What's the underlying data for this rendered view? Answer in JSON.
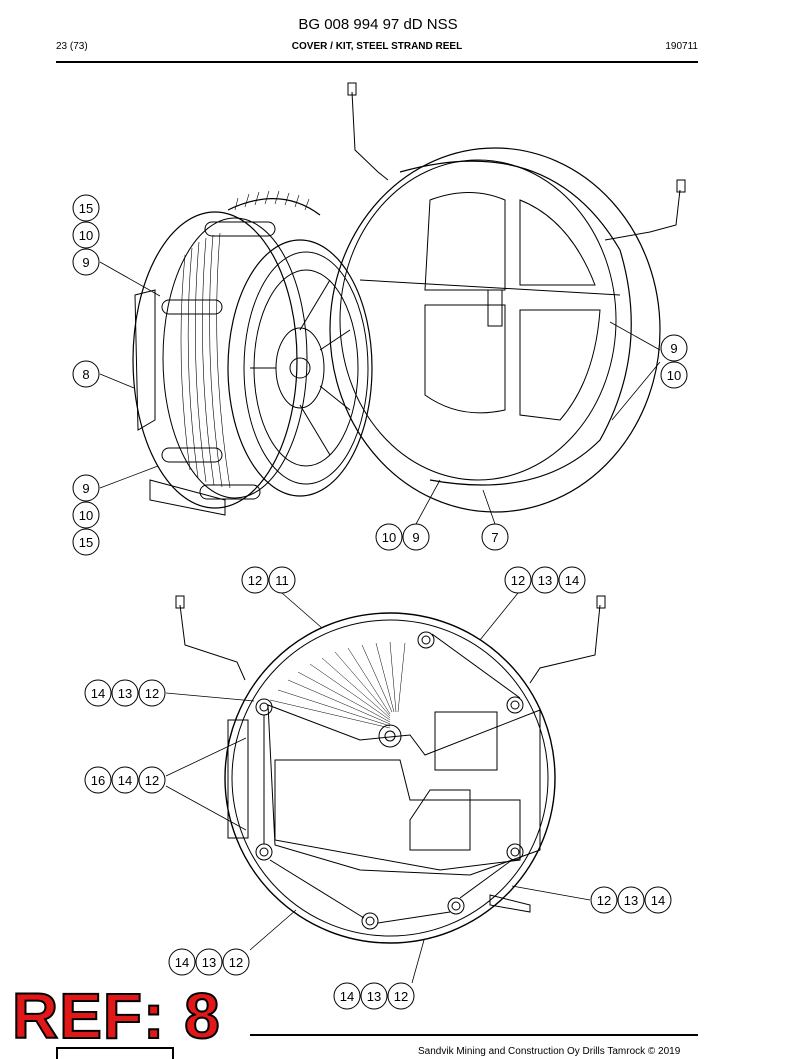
{
  "header": {
    "doc_number": "BG 008 994 97 dD NSS",
    "page": "23 (73)",
    "title": "COVER / KIT, STEEL STRAND REEL",
    "date": "190711"
  },
  "callouts": {
    "upper_left_top": [
      "15",
      "10",
      "9"
    ],
    "upper_left_mid": [
      "8"
    ],
    "upper_left_bottom": [
      "9",
      "10",
      "15"
    ],
    "upper_right": [
      "9",
      "10"
    ],
    "upper_bottom_pair": [
      "10",
      "9"
    ],
    "upper_bottom_single": [
      "7"
    ],
    "lower_top_left": [
      "12",
      "11"
    ],
    "lower_top_right": [
      "12",
      "13",
      "14"
    ],
    "lower_left_a": [
      "14",
      "13",
      "12"
    ],
    "lower_left_b": [
      "16",
      "14",
      "12"
    ],
    "lower_right": [
      "12",
      "13",
      "14"
    ],
    "lower_bottom_left": [
      "14",
      "13",
      "12"
    ],
    "lower_bottom_mid": [
      "14",
      "13",
      "12"
    ]
  },
  "stamp": {
    "ref_text": "REF: 8"
  },
  "footer": {
    "copyright": "Sandvik Mining and Construction Oy Drills Tamrock © 2019"
  }
}
